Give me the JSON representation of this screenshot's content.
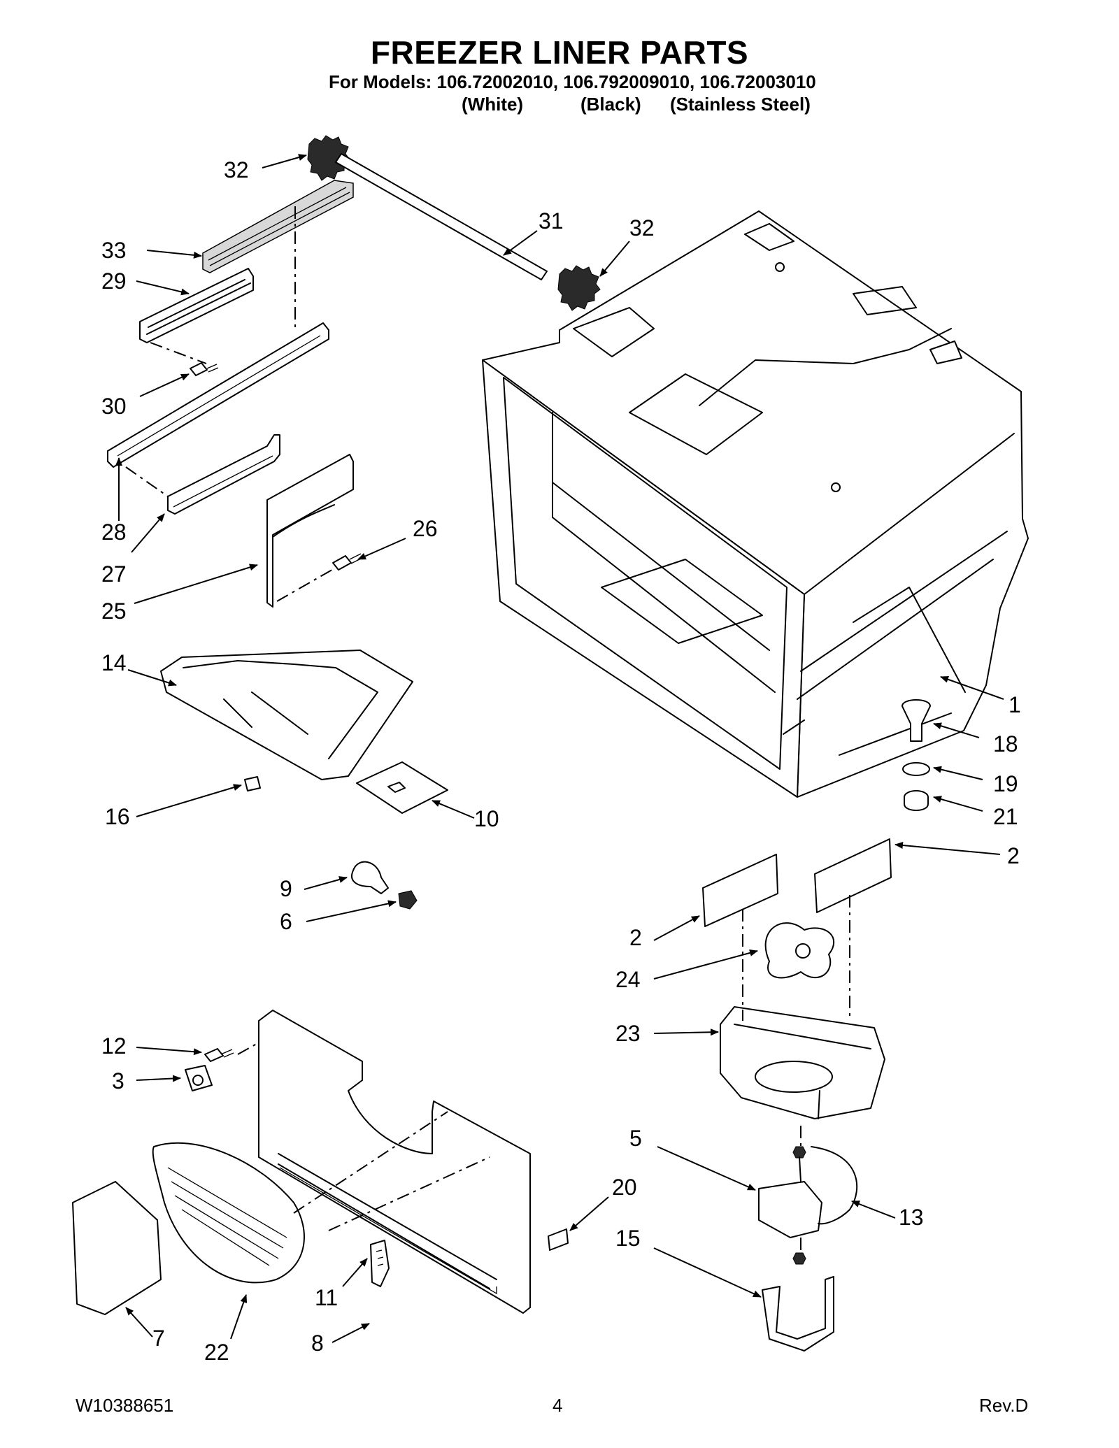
{
  "header": {
    "title": "FREEZER LINER PARTS",
    "subtitle": "For Models: 106.72002010, 106.792009010, 106.72003010",
    "variants": [
      "(White)",
      "(Black)",
      "(Stainless Steel)"
    ]
  },
  "callouts": [
    {
      "id": "c32a",
      "label": "32"
    },
    {
      "id": "c31",
      "label": "31"
    },
    {
      "id": "c32b",
      "label": "32"
    },
    {
      "id": "c33",
      "label": "33"
    },
    {
      "id": "c29",
      "label": "29"
    },
    {
      "id": "c30",
      "label": "30"
    },
    {
      "id": "c28",
      "label": "28"
    },
    {
      "id": "c27",
      "label": "27"
    },
    {
      "id": "c26",
      "label": "26"
    },
    {
      "id": "c25",
      "label": "25"
    },
    {
      "id": "c14",
      "label": "14"
    },
    {
      "id": "c1",
      "label": "1"
    },
    {
      "id": "c18",
      "label": "18"
    },
    {
      "id": "c19",
      "label": "19"
    },
    {
      "id": "c21",
      "label": "21"
    },
    {
      "id": "c16",
      "label": "16"
    },
    {
      "id": "c10",
      "label": "10"
    },
    {
      "id": "c2a",
      "label": "2"
    },
    {
      "id": "c9",
      "label": "9"
    },
    {
      "id": "c6",
      "label": "6"
    },
    {
      "id": "c2b",
      "label": "2"
    },
    {
      "id": "c24",
      "label": "24"
    },
    {
      "id": "c23",
      "label": "23"
    },
    {
      "id": "c12",
      "label": "12"
    },
    {
      "id": "c3",
      "label": "3"
    },
    {
      "id": "c5",
      "label": "5"
    },
    {
      "id": "c20",
      "label": "20"
    },
    {
      "id": "c13",
      "label": "13"
    },
    {
      "id": "c15",
      "label": "15"
    },
    {
      "id": "c11",
      "label": "11"
    },
    {
      "id": "c7",
      "label": "7"
    },
    {
      "id": "c22",
      "label": "22"
    },
    {
      "id": "c8",
      "label": "8"
    }
  ],
  "footer": {
    "doc_number": "W10388651",
    "page_number": "4",
    "revision": "Rev.D"
  }
}
